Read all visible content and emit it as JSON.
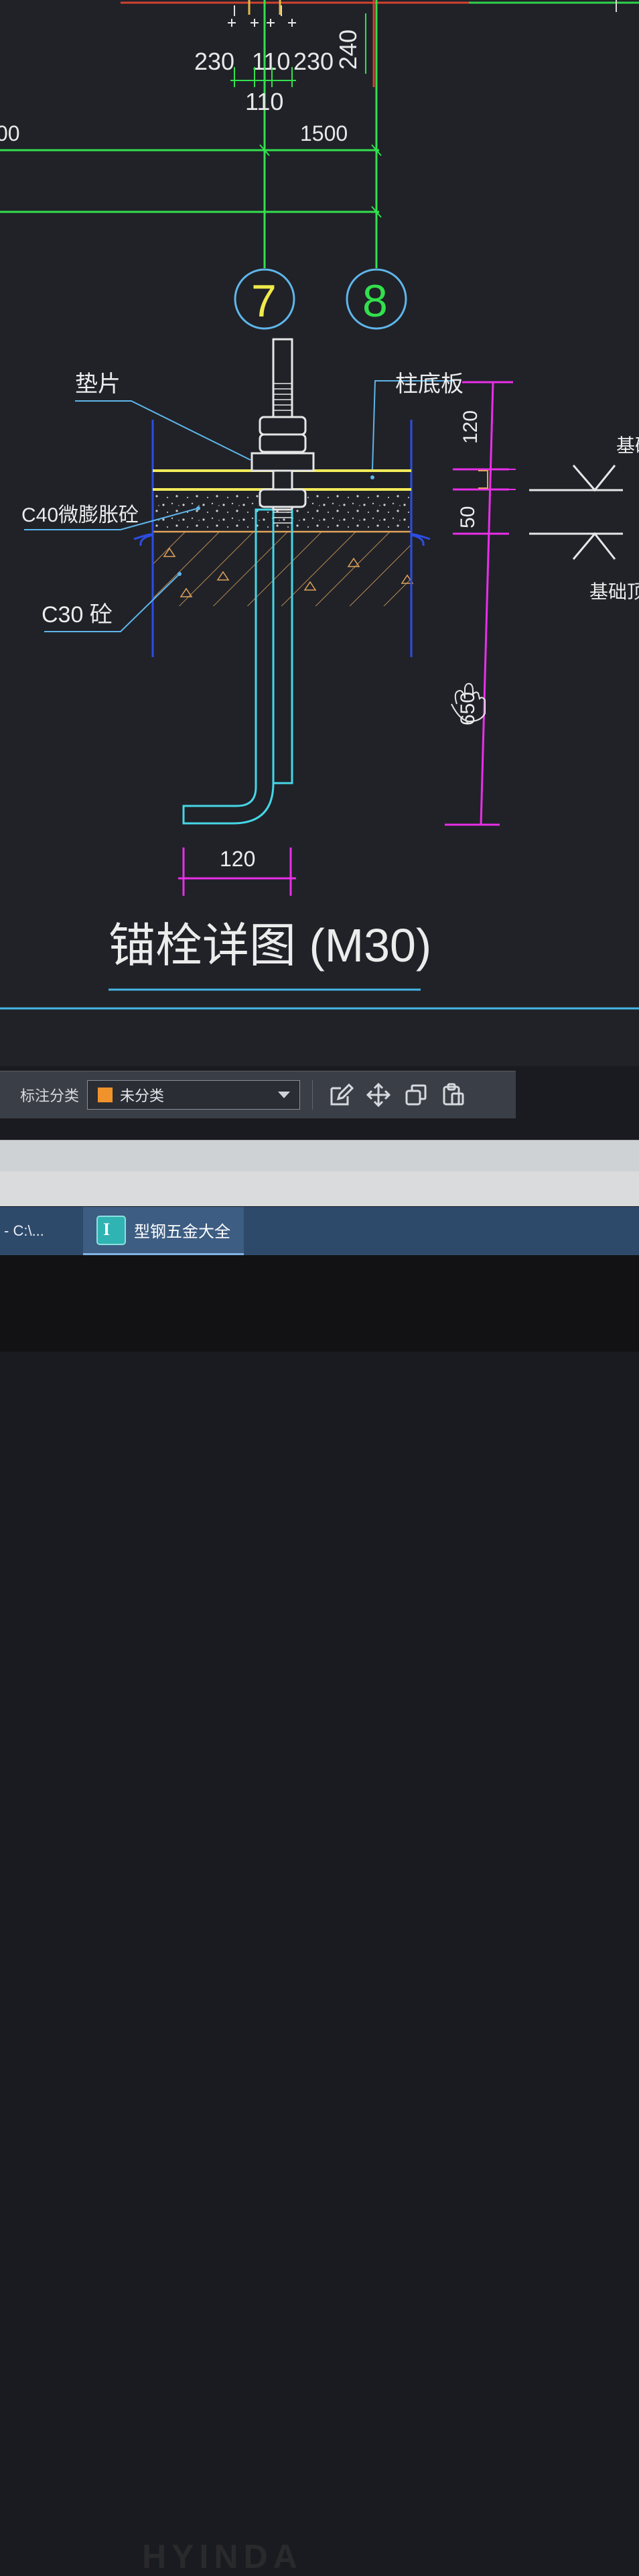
{
  "drawing": {
    "top_dims": [
      "230",
      "110",
      "230",
      "240"
    ],
    "top_dim_below": "110",
    "grid_dim": "1500",
    "left_cut_dim": "00",
    "axis_7": "7",
    "axis_8": "8",
    "label_washer": "垫片",
    "label_base_plate": "柱底板",
    "label_grout": "C40微膨胀砼",
    "label_concrete": "C30  砼",
    "dim_120_vert": "120",
    "dim_50": "50",
    "dim_650": "650",
    "dim_120_hook": "120",
    "side_label_top": "基础",
    "side_label_bottom": "基础顶—",
    "title": "锚栓详图 (M30)"
  },
  "toolbar": {
    "annotation_label": "标注分类",
    "category_value": "未分类",
    "category_color": "#f0932b",
    "buttons": [
      "edit-icon",
      "move-icon",
      "copy-icon",
      "paste-icon"
    ]
  },
  "taskbar": {
    "prev_item": "- C:\\...",
    "active_app": "型钢五金大全",
    "active_app_icon_letter": "I"
  },
  "monitor": {
    "brand": "HYINDA"
  }
}
